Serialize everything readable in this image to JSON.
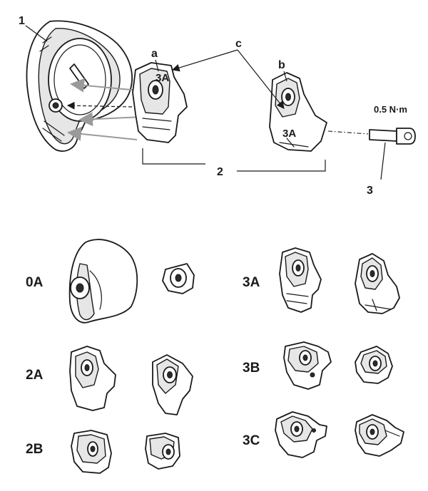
{
  "callouts": {
    "item_1": "1",
    "item_a": "a",
    "item_c": "c",
    "item_b": "b",
    "item_2": "2",
    "item_3": "3",
    "torque": "0.5 N·m",
    "stamp_a": "3A",
    "stamp_b": "3A"
  },
  "variants": {
    "v0A": "0A",
    "v2A": "2A",
    "v2B": "2B",
    "v3A": "3A",
    "v3B": "3B",
    "v3C": "3C"
  },
  "icons": {
    "cleat": "shoe-cleat-icon",
    "shim": "cleat-shim-icon",
    "bolt": "bolt-icon"
  },
  "colors": {
    "ink": "#1a1a1a",
    "guide_arrow": "#9a9a9a",
    "shading": "#e6e6e6"
  }
}
